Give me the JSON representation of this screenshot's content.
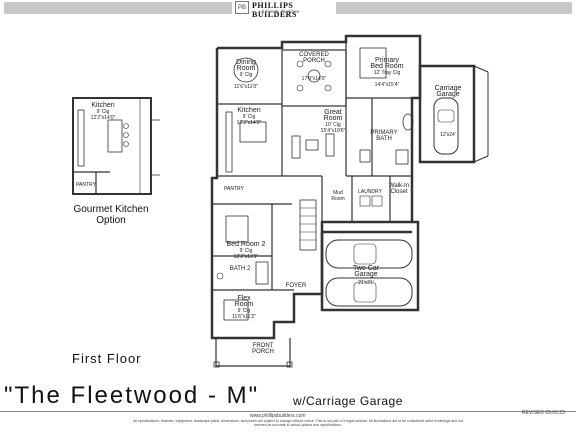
{
  "brand": {
    "name": "PHILLIPS BUILDERS",
    "tagline": "A Family Tradition"
  },
  "plan_labels": {
    "covered_porch": [
      "COVERED",
      "PORCH",
      "17'9\"x14'0\""
    ],
    "primary_bedroom": [
      "Primary",
      "Bed Room",
      "12' Tray Clg",
      "14'4\"x15'4\""
    ],
    "carriage_garage": [
      "Carriage",
      "Garage",
      "12'x24'"
    ],
    "dining_room": [
      "Dining",
      "Room",
      "9' Clg",
      "11'6\"x11'0\""
    ],
    "kitchen": [
      "Kitchen",
      "9' Clg",
      "12'2\"x14'0\""
    ],
    "great_room": [
      "Great",
      "Room",
      "10' Clg",
      "15'4\"x19'6\""
    ],
    "primary_bath": [
      "PRIMARY",
      "BATH"
    ],
    "pantry": "PANTRY",
    "laundry": "LAUNDRY",
    "walk_in_closet": [
      "Walk-In",
      "Closet"
    ],
    "mud_room": [
      "Mud",
      "Room"
    ],
    "bed_room_2": [
      "Bed Room 2",
      "9' Clg",
      "12'2\"x13'1\""
    ],
    "bath_2": "BATH 2",
    "two_car_garage": [
      "Two Car",
      "Garage",
      "21'x21'"
    ],
    "foyer": "FOYER",
    "flex_room": [
      "Flex",
      "Room",
      "9' Clg",
      "11'6\"x11'2\""
    ],
    "front_porch": [
      "FRONT",
      "PORCH"
    ],
    "opt_kitchen": [
      "Kitchen",
      "9' Clg",
      "12'2\"x14'0\""
    ],
    "opt_pantry": "PANTRY"
  },
  "captions": {
    "option": [
      "Gourmet Kitchen",
      "Option"
    ],
    "floor": "First Floor",
    "title": "\"The Fleetwood - M\"",
    "subtitle": "w/Carriage Garage"
  },
  "footer": {
    "url": "www.phillipsbuilders.com",
    "disclaimer": "All specifications, features, equipment, landscape plans, dimensions, and prices are subject to change without notice. This is not part of a legal contract. All illustrations are to be considered artist renderings and not deemed as accurate to actual options and specifications.",
    "revised": "REVISED 09.06.23"
  }
}
